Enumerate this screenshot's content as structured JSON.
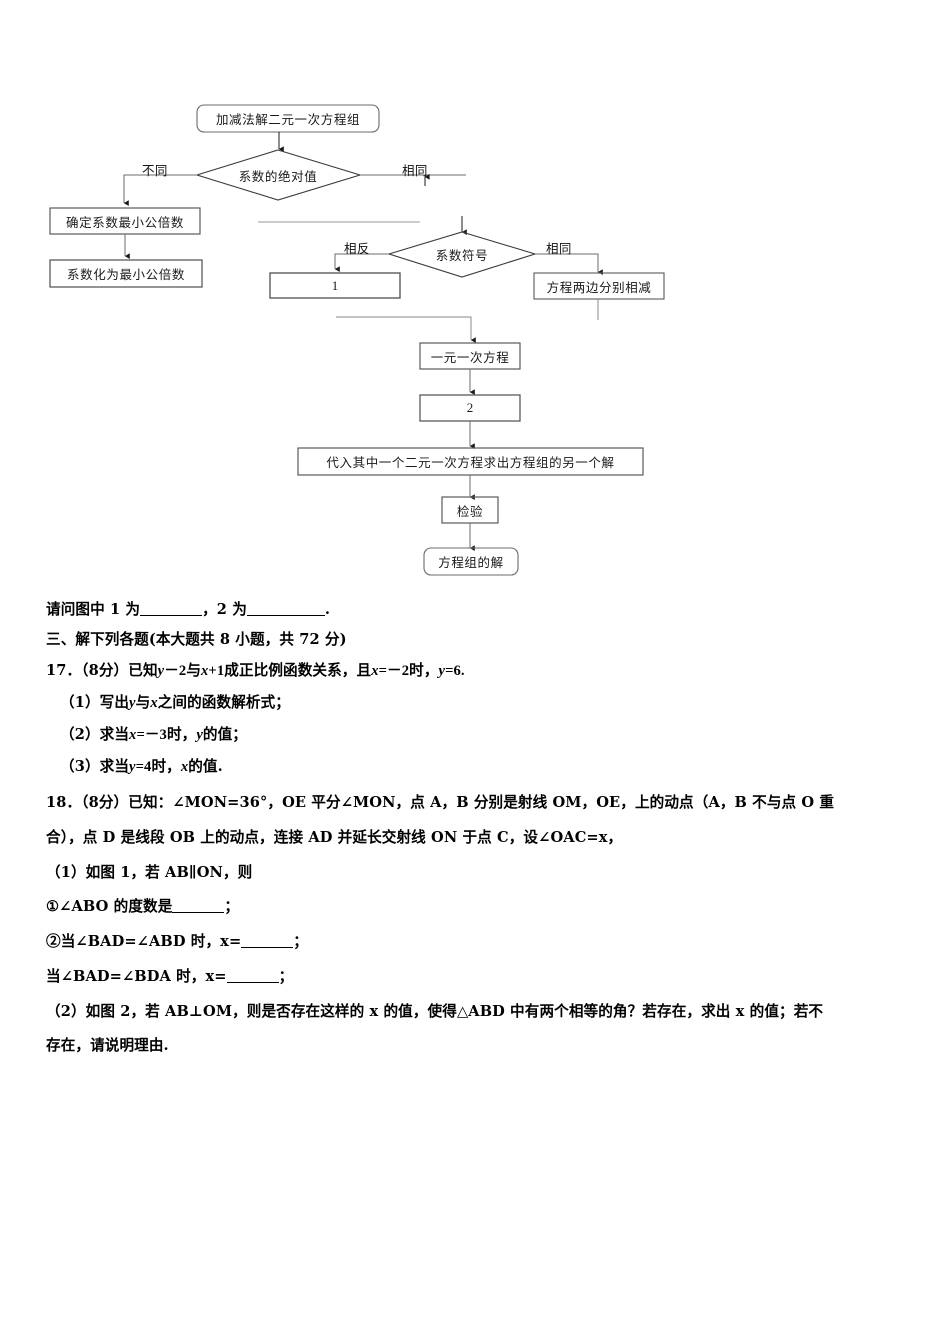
{
  "flowchart": {
    "nodes": {
      "start": "加减法解二元一次方程组",
      "decision1": "系数的绝对值",
      "left1": "确定系数最小公倍数",
      "left2": "系数化为最小公倍数",
      "decision2": "系数符号",
      "blank1": "1",
      "right1": "方程两边分别相减",
      "mid1": "一元一次方程",
      "blank2": "2",
      "substitute": "代入其中一个二元一次方程求出方程组的另一个解",
      "check": "检验",
      "result": "方程组的解"
    },
    "edge_labels": {
      "different": "不同",
      "same_top": "相同",
      "opposite": "相反",
      "same_mid": "相同"
    }
  },
  "questions": {
    "fill_prompt_1": "请问图中 1 为",
    "fill_prompt_2": "，2 为",
    "fill_prompt_end": ".",
    "section_heading": "三、解下列各题(本大题共 8 小题，共 72 分)",
    "q17": {
      "number": "17．",
      "points": "（8分）",
      "stem_a": "已知",
      "stem_y2": "y",
      "stem_minus2": "－2",
      "stem_with": "与",
      "stem_x": "x",
      "stem_plus1": "+1",
      "stem_b": "成正比例函数关系，且",
      "stem_x2": "x",
      "stem_eq": "=－2",
      "stem_when": "时，",
      "stem_y": "y",
      "stem_val": "=6.",
      "sub1_pre": "（1）写出",
      "sub1_y": "y",
      "sub1_mid": "与",
      "sub1_x": "x",
      "sub1_post": "之间的函数解析式；",
      "sub2_pre": "（2）求当",
      "sub2_x": "x",
      "sub2_eq": "=－3",
      "sub2_mid": "时，",
      "sub2_y": "y",
      "sub2_post": "的值；",
      "sub3_pre": "（3）求当",
      "sub3_y": "y",
      "sub3_eq": "=4",
      "sub3_mid": "时，",
      "sub3_x": "x",
      "sub3_post": "的值."
    },
    "q18": {
      "number": "18．",
      "points": "（8分）",
      "line1": "已知：∠MON=36°，OE 平分∠MON，点 A，B 分别是射线 OM，OE，上的动点（A，B 不与点 O 重",
      "line2": "合），点 D 是线段 OB 上的动点，连接 AD 并延长交射线 ON 于点 C，设∠OAC=x，",
      "sub1": "（1）如图 1，若 AB∥ON，则",
      "sub1a_pre": "①∠ABO 的度数是",
      "sub1a_post": "；",
      "sub1b_pre": "②当∠BAD=∠ABD 时，x=",
      "sub1b_post": "；",
      "sub1c_pre": "当∠BAD=∠BDA 时，x=",
      "sub1c_post": "；",
      "sub2_line1": "（2）如图 2，若 AB⊥OM，则是否存在这样的 x 的值，使得△ABD 中有两个相等的角？若存在，求出 x 的值；若不",
      "sub2_line2": "存在，请说明理由."
    }
  }
}
